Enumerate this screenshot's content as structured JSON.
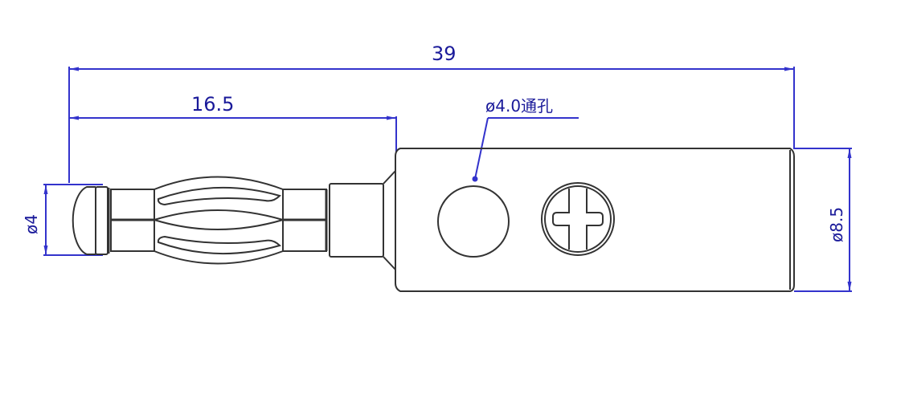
{
  "drawing": {
    "subject": "banana plug connector, side view",
    "colors": {
      "outline": "#333333",
      "dimension": "#3333cc",
      "dimension_text": "#1a1a9a",
      "background": "#ffffff"
    },
    "dimensions": {
      "overall_length": {
        "label": "39",
        "value": 39
      },
      "pin_length": {
        "label": "16.5",
        "value": 16.5
      },
      "pin_diameter": {
        "label": "ø4",
        "value": 4
      },
      "body_diameter": {
        "label": "ø8.5",
        "value": 8.5
      }
    },
    "annotations": {
      "through_hole": {
        "label": "ø4.0通孔",
        "meaning": "ø4.0 through hole"
      }
    },
    "features": [
      "rounded tip",
      "spring leaf contact (banana)",
      "collar",
      "conical shoulder",
      "cylindrical body",
      "through hole",
      "phillips set screw"
    ]
  }
}
